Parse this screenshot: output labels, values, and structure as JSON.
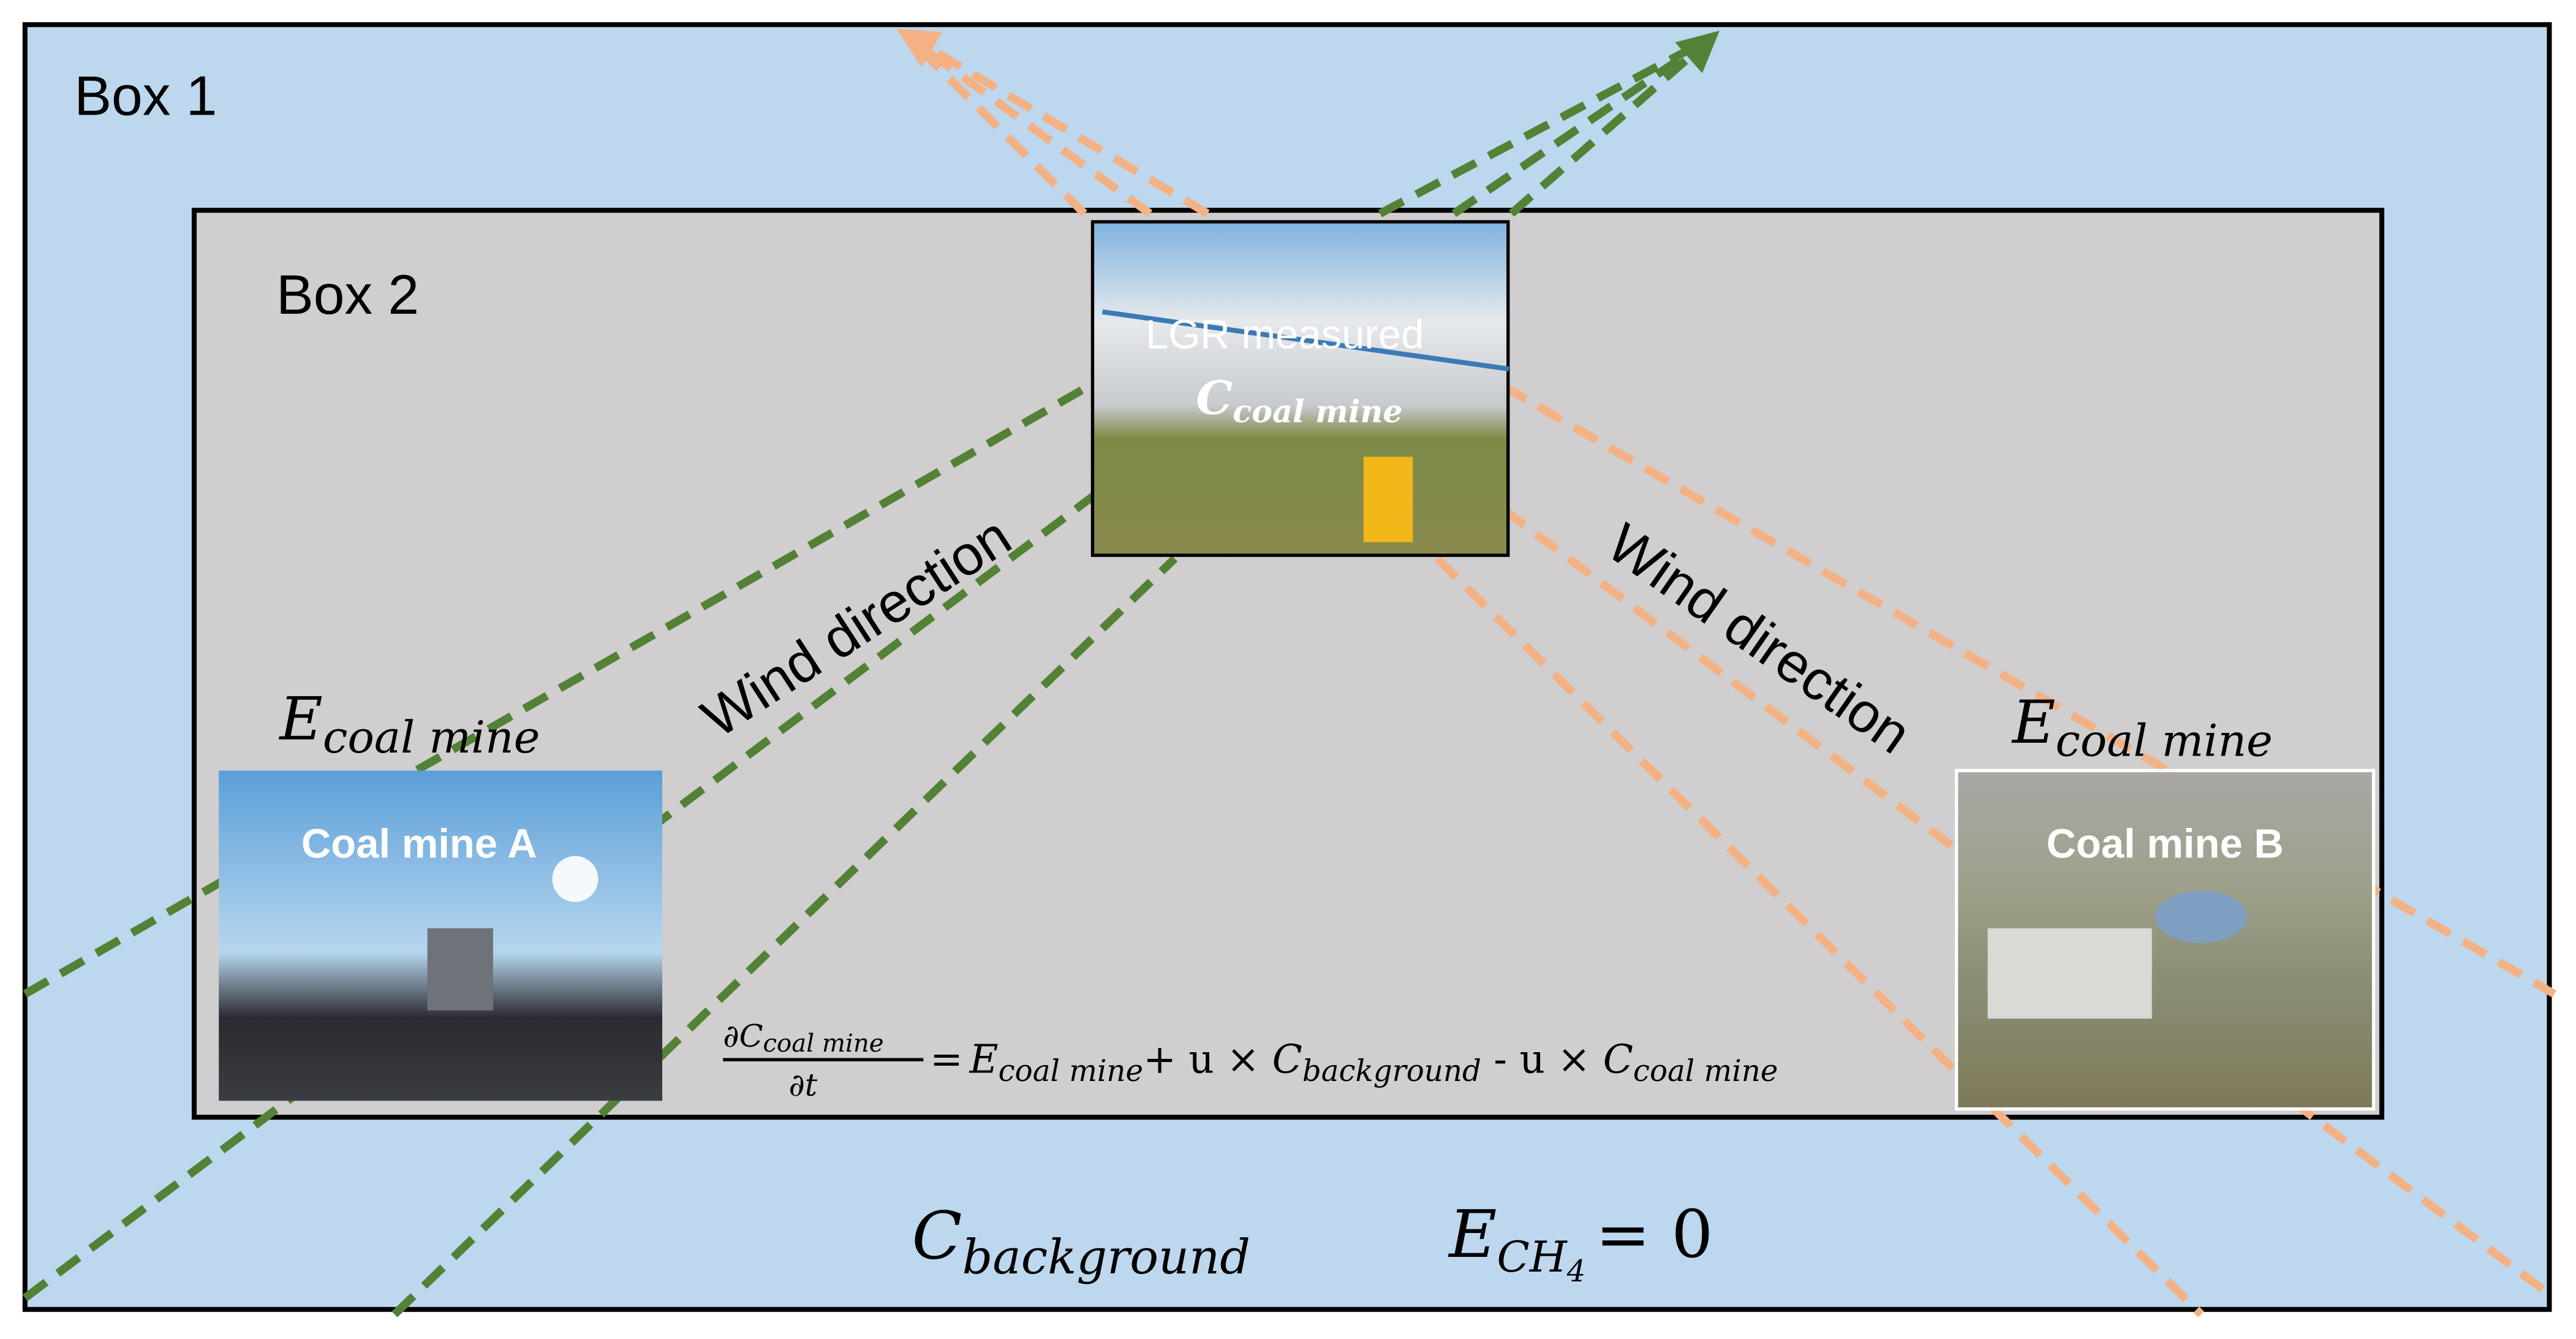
{
  "colors": {
    "outer_box": "#bdd7ee",
    "inner_box": "#d0cece",
    "green_wind": "#538135",
    "orange_wind": "#f4b183"
  },
  "box1": {
    "label": "Box 1"
  },
  "box2": {
    "label": "Box 2"
  },
  "station": {
    "line1": "LGR measured",
    "c": "C",
    "sub": "coal mine"
  },
  "mine_a": {
    "label": "Coal mine A",
    "e": "E",
    "e_sub": "coal mine"
  },
  "mine_b": {
    "label": "Coal mine B",
    "e": "E",
    "e_sub": "coal mine"
  },
  "wind_left": "Wind direction",
  "wind_right": "Wind direction",
  "background": {
    "c": "C",
    "sub": "background",
    "e": "E",
    "e_sub": "CH",
    "e_sub2": "4",
    "eq": "= 0"
  },
  "equation": {
    "num": "∂C",
    "num_sub": "coal mine",
    "den": "∂t",
    "eq": "=",
    "t1": "E",
    "t1_sub": "coal mine",
    "plus": "+ u × ",
    "t2": "C",
    "t2_sub": "background",
    "minus": " - u × ",
    "t3": "C",
    "t3_sub": "coal mine"
  }
}
